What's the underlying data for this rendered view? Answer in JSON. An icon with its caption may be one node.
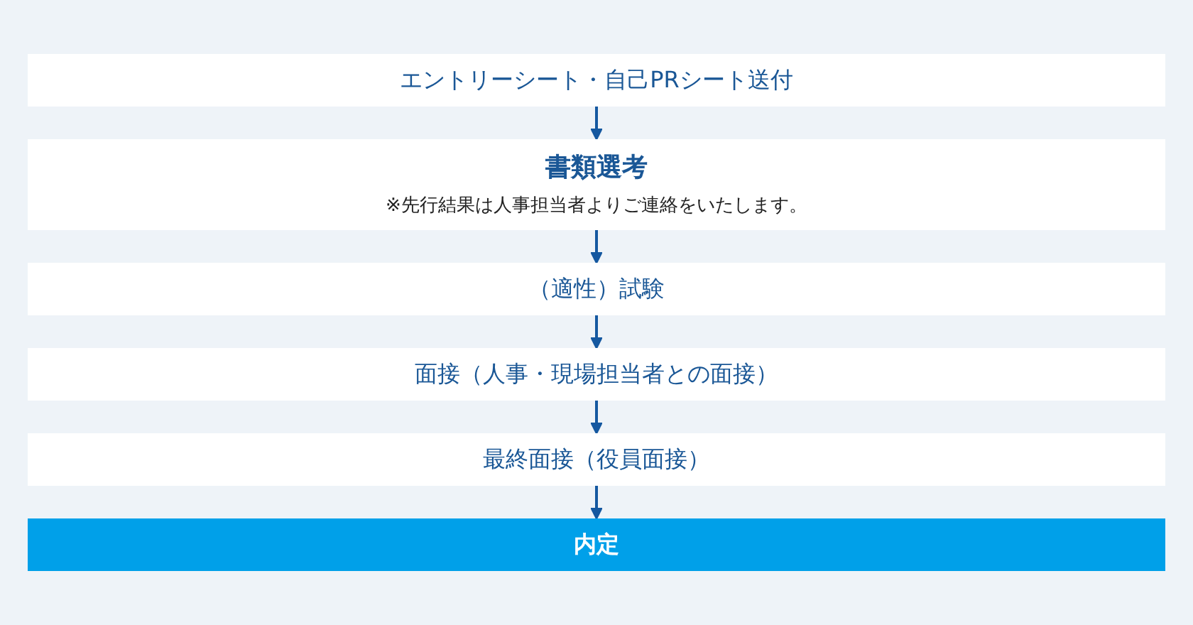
{
  "diagram": {
    "nodes": [
      {
        "text": [
          "エントリーシート・自己PRシート送付"
        ]
      },
      {
        "text": [
          "書類選考",
          "※先行結果は人事担当者よりご連絡をいたします。"
        ]
      },
      {
        "text": [
          "（適性）試験"
        ]
      },
      {
        "text": [
          "面接（人事・現場担当者との面接）"
        ]
      },
      {
        "text": [
          "最終面接（役員面接）"
        ]
      },
      {
        "text": [
          "内定"
        ]
      }
    ],
    "edges": [
      {
        "from": 0,
        "to": 1,
        "arrow": "to"
      },
      {
        "from": 1,
        "to": 2,
        "arrow": "to"
      },
      {
        "from": 2,
        "to": 3,
        "arrow": "to"
      },
      {
        "from": 3,
        "to": 4,
        "arrow": "to"
      },
      {
        "from": 4,
        "to": 5,
        "arrow": "to"
      }
    ]
  }
}
